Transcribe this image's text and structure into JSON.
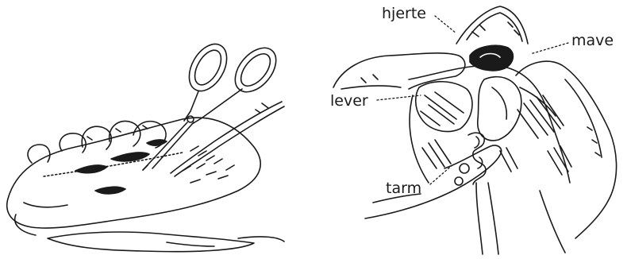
{
  "labels": {
    "hjerte": "hjerte",
    "mave": "mave",
    "lever": "lever",
    "tarm": "tarm"
  },
  "colors": {
    "ink": "#1a1a1a",
    "background": "#ffffff"
  }
}
